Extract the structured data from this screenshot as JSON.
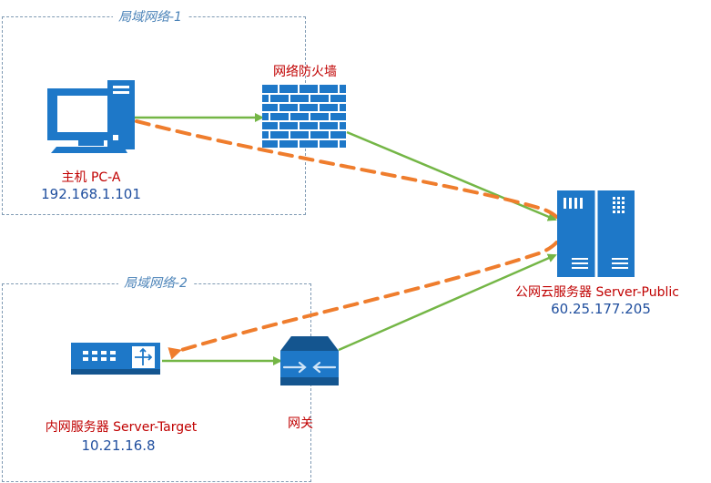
{
  "zones": {
    "lan1": {
      "label": "局域网络-1"
    },
    "lan2": {
      "label": "局域网络-2"
    }
  },
  "nodes": {
    "pc": {
      "name": "主机 PC-A",
      "ip": "192.168.1.101",
      "icon": "desktop-computer-icon"
    },
    "firewall": {
      "name": "网络防火墙",
      "icon": "firewall-icon"
    },
    "cloud_server": {
      "name": "公网云服务器 Server-Public",
      "ip": "60.25.177.205",
      "icon": "server-tower-icon"
    },
    "internal_server": {
      "name": "内网服务器 Server-Target",
      "ip": "10.21.16.8",
      "icon": "switch-server-icon"
    },
    "gateway": {
      "name": "网关",
      "icon": "gateway-router-icon"
    }
  },
  "colors": {
    "device": "#1e78c8",
    "device_dark": "#14558f",
    "link_green": "#74b646",
    "tunnel_orange": "#ef7d2d",
    "label_red": "#c00000",
    "label_blue": "#1f4e9e",
    "zone_border": "#7f9ab3",
    "zone_label": "#4b83b8"
  }
}
